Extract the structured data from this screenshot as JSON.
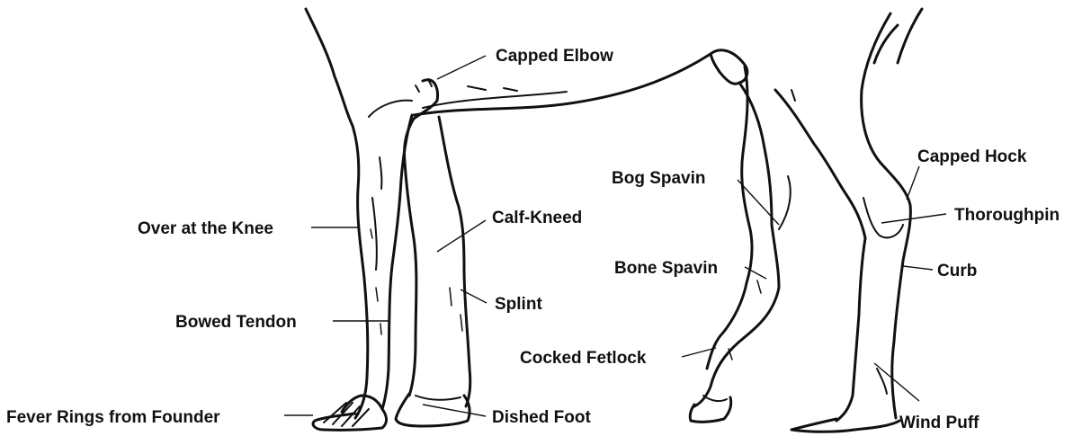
{
  "labels": {
    "capped_elbow": "Capped Elbow",
    "over_at_the_knee": "Over at the Knee",
    "calf_kneed": "Calf-Kneed",
    "splint": "Splint",
    "bowed_tendon": "Bowed Tendon",
    "fever_rings": "Fever Rings from Founder",
    "dished_foot": "Dished Foot",
    "bog_spavin": "Bog Spavin",
    "bone_spavin": "Bone Spavin",
    "cocked_fetlock": "Cocked Fetlock",
    "capped_hock": "Capped Hock",
    "thoroughpin": "Thoroughpin",
    "curb": "Curb",
    "wind_puff": "Wind Puff"
  }
}
